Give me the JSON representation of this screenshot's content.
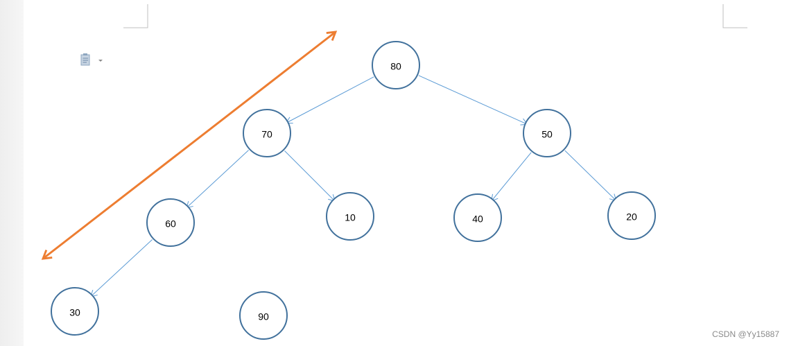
{
  "diagram": {
    "node_color": "#41719c",
    "edge_color": "#5b9bd5",
    "arrow_color": "#ed7d31",
    "nodes": [
      {
        "id": "n80",
        "label": "80"
      },
      {
        "id": "n70",
        "label": "70"
      },
      {
        "id": "n50",
        "label": "50"
      },
      {
        "id": "n60",
        "label": "60"
      },
      {
        "id": "n10",
        "label": "10"
      },
      {
        "id": "n40",
        "label": "40"
      },
      {
        "id": "n20",
        "label": "20"
      },
      {
        "id": "n30",
        "label": "30"
      },
      {
        "id": "n90",
        "label": "90"
      }
    ],
    "edges": [
      {
        "from": "n80",
        "to": "n70"
      },
      {
        "from": "n80",
        "to": "n50"
      },
      {
        "from": "n70",
        "to": "n60"
      },
      {
        "from": "n70",
        "to": "n10"
      },
      {
        "from": "n50",
        "to": "n40"
      },
      {
        "from": "n50",
        "to": "n20"
      },
      {
        "from": "n60",
        "to": "n30"
      }
    ]
  },
  "toolbar": {
    "paste_options_icon": "clipboard-icon",
    "dropdown_icon": "chevron-down-icon"
  },
  "watermark": {
    "text": "CSDN @Yy15887"
  }
}
